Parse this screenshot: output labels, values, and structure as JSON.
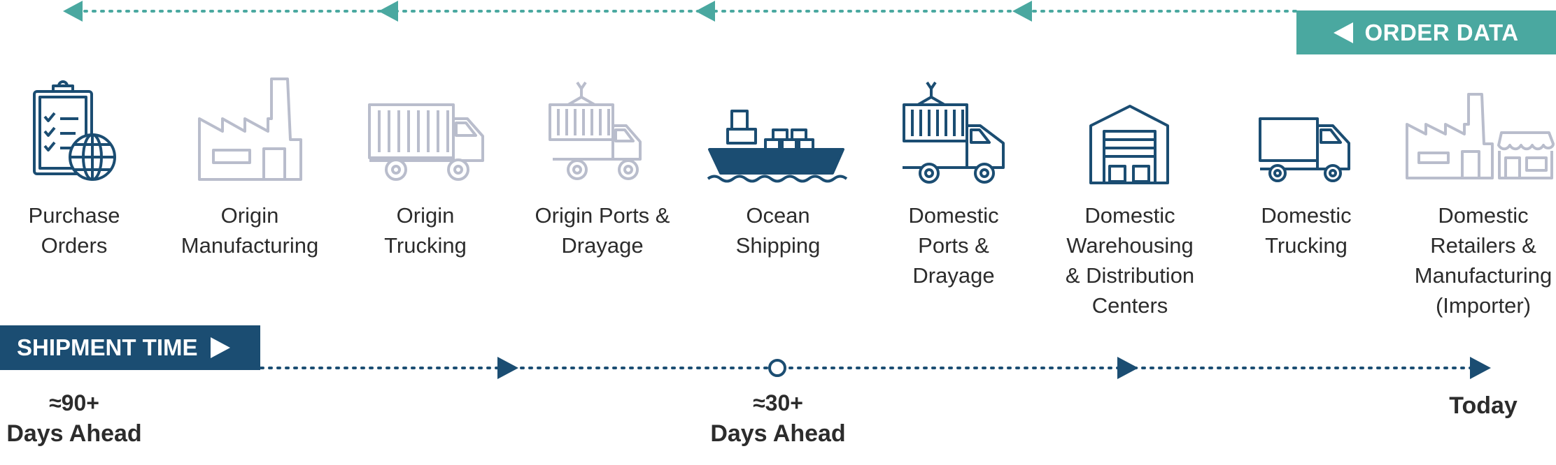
{
  "order_banner": {
    "label": "ORDER DATA",
    "color": "#4aa8a0"
  },
  "shipment_banner": {
    "label": "SHIPMENT TIME",
    "color": "#1b4d72"
  },
  "colors": {
    "dark": "#1b4d72",
    "muted": "#b9bdcc",
    "teal": "#4aa8a0",
    "text": "#2c2c2c"
  },
  "stages": [
    {
      "label": "Purchase\nOrders",
      "icon": "clipboard-globe-icon",
      "state": "dark"
    },
    {
      "label": "Origin\nManufacturing",
      "icon": "factory-icon",
      "state": "muted"
    },
    {
      "label": "Origin\nTrucking",
      "icon": "container-truck-icon",
      "state": "muted"
    },
    {
      "label": "Origin Ports &\nDrayage",
      "icon": "crane-truck-icon",
      "state": "muted"
    },
    {
      "label": "Ocean\nShipping",
      "icon": "cargo-ship-icon",
      "state": "dark"
    },
    {
      "label": "Domestic\nPorts &\nDrayage",
      "icon": "crane-truck-icon",
      "state": "dark"
    },
    {
      "label": "Domestic\nWarehousing\n& Distribution\nCenters",
      "icon": "warehouse-icon",
      "state": "dark"
    },
    {
      "label": "Domestic\nTrucking",
      "icon": "box-truck-icon",
      "state": "dark"
    },
    {
      "label": "Domestic\nRetailers &\nManufacturing\n(Importer)",
      "icon": "factory-store-icon",
      "state": "muted"
    }
  ],
  "timeline": [
    {
      "line1": "≈90+",
      "line2": "Days Ahead"
    },
    {
      "line1": "≈30+",
      "line2": "Days Ahead"
    },
    {
      "line1": "",
      "line2": "Today"
    }
  ]
}
